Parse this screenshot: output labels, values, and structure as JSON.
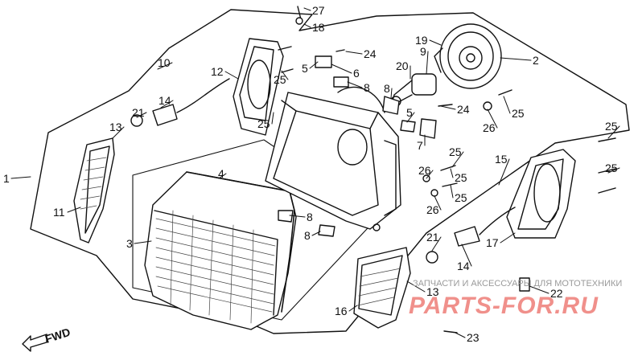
{
  "diagram": {
    "colors": {
      "line": "#111111",
      "watermark_red": "#e3342c",
      "watermark_gray": "#9a9a9a"
    },
    "callouts": [
      {
        "id": "c27",
        "text": "27"
      },
      {
        "id": "c18",
        "text": "18"
      },
      {
        "id": "c19",
        "text": "19"
      },
      {
        "id": "c2",
        "text": "2"
      },
      {
        "id": "c24a",
        "text": "24"
      },
      {
        "id": "c6",
        "text": "6"
      },
      {
        "id": "c8a",
        "text": "8"
      },
      {
        "id": "c20",
        "text": "20"
      },
      {
        "id": "c9",
        "text": "9"
      },
      {
        "id": "c8b",
        "text": "8"
      },
      {
        "id": "c5a",
        "text": "5"
      },
      {
        "id": "c5b",
        "text": "5"
      },
      {
        "id": "c24b",
        "text": "24"
      },
      {
        "id": "c25a",
        "text": "25"
      },
      {
        "id": "c25b",
        "text": "25"
      },
      {
        "id": "c25c",
        "text": "25"
      },
      {
        "id": "c26a",
        "text": "26"
      },
      {
        "id": "c7",
        "text": "7"
      },
      {
        "id": "c10",
        "text": "10"
      },
      {
        "id": "c12",
        "text": "12"
      },
      {
        "id": "c14a",
        "text": "14"
      },
      {
        "id": "c21a",
        "text": "21"
      },
      {
        "id": "c13a",
        "text": "13"
      },
      {
        "id": "c1",
        "text": "1"
      },
      {
        "id": "c11",
        "text": "11"
      },
      {
        "id": "c4",
        "text": "4"
      },
      {
        "id": "c3",
        "text": "3"
      },
      {
        "id": "c8c",
        "text": "8"
      },
      {
        "id": "c8d",
        "text": "8"
      },
      {
        "id": "c25d",
        "text": "25"
      },
      {
        "id": "c26b",
        "text": "26"
      },
      {
        "id": "c25e",
        "text": "25"
      },
      {
        "id": "c26c",
        "text": "26"
      },
      {
        "id": "c25f",
        "text": "25"
      },
      {
        "id": "c15",
        "text": "15"
      },
      {
        "id": "c25g",
        "text": "25"
      },
      {
        "id": "c25h",
        "text": "25"
      },
      {
        "id": "c17",
        "text": "17"
      },
      {
        "id": "c21b",
        "text": "21"
      },
      {
        "id": "c14b",
        "text": "14"
      },
      {
        "id": "c13b",
        "text": "13"
      },
      {
        "id": "c16",
        "text": "16"
      },
      {
        "id": "c22",
        "text": "22"
      },
      {
        "id": "c23",
        "text": "23"
      }
    ],
    "fwd_label": "FWD",
    "watermark": {
      "tagline": "ЗАПЧАСТИ И АКСЕССУАРЫ ДЛЯ МОТОТЕХНИКИ",
      "brand": "PARTS-FOR.RU"
    }
  }
}
